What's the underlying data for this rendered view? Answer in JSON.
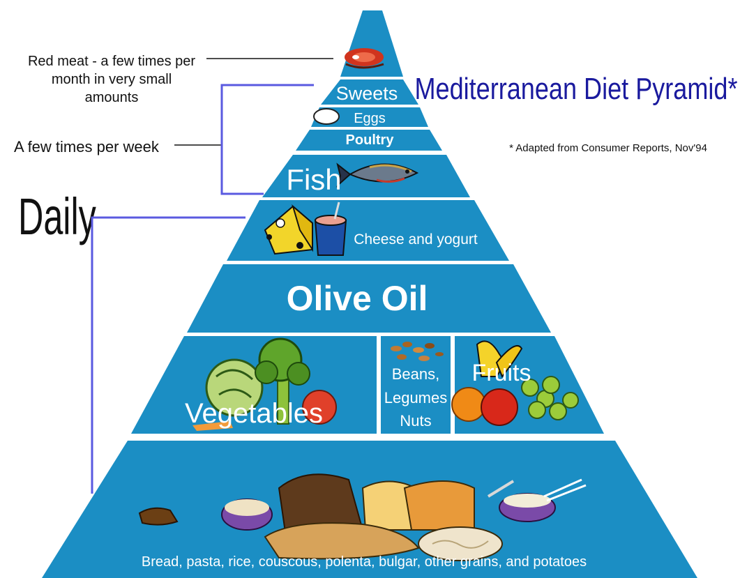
{
  "title": "Mediterranean Diet Pyramid*",
  "footnote": "* Adapted from Consumer Reports, Nov'94",
  "frequency_labels": {
    "red_meat": [
      "Red meat - a few times per",
      "month in very small",
      "amounts"
    ],
    "weekly": "A few  times per week",
    "daily": "Daily"
  },
  "tiers": {
    "sweets": "Sweets",
    "eggs": "Eggs",
    "poultry": "Poultry",
    "fish": "Fish",
    "dairy": "Cheese and yogurt",
    "olive_oil": "Olive Oil",
    "vegetables": "Vegetables",
    "beans": [
      "Beans,",
      "Legumes",
      "Nuts"
    ],
    "fruits": "Fruits",
    "grains": "Bread, pasta, rice, couscous, polenta, bulgar, other grains, and potatoes"
  },
  "colors": {
    "pyramid_blue": "#1b8ec4",
    "title_blue": "#1a1a9e",
    "connector_blue": "#5a5ae0"
  },
  "icons": [
    "meat-icon",
    "egg-icon",
    "fish-icon",
    "cheese-icon",
    "yogurt-icon",
    "vegetables-icon",
    "beans-icon",
    "fruits-icon",
    "bread-icon"
  ]
}
